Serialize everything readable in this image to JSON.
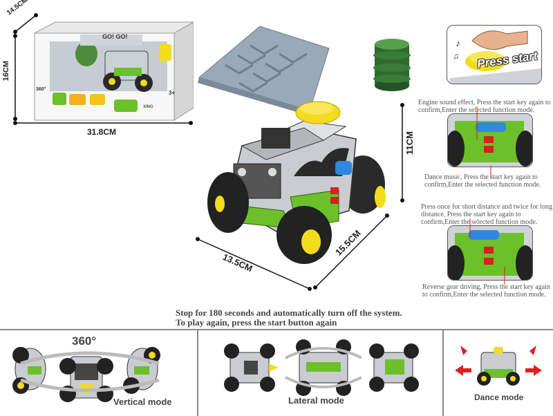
{
  "dimensions": {
    "box_depth": "14.5CM",
    "box_height": "16CM",
    "box_width": "31.8CM",
    "car_height": "11CM",
    "car_length": "13.5CM",
    "car_width": "15.5CM"
  },
  "packaging": {
    "banner": "GO! GO!",
    "rotation": "360°",
    "age": "3+",
    "brand": "XING"
  },
  "press_start_label": "Press start",
  "features": [
    "Engine sound effect, Press the start key again to confirm,Enter the selected function mode.",
    "Dance music, Press the start key again to confirm,Enter the selected function mode.",
    "Press once for short distance and twice for long distance, Press the start key again to confirm,Enter the selected function mode.",
    "Reverse gear driving, Press the start key again to confirm,Enter the selected function mode."
  ],
  "auto_off_note": {
    "line1": "Stop for 180 seconds and automatically turn off the system.",
    "line2": "To play again, press the start button again"
  },
  "modes": {
    "vertical": {
      "label": "Vertical mode",
      "rotation": "360°"
    },
    "lateral": {
      "label": "Lateral mode"
    },
    "dance": {
      "label": "Dance mode"
    }
  },
  "colors": {
    "car_green": "#6cc02a",
    "car_silver": "#c9ccd0",
    "yellow": "#f2dc1c",
    "ramp": "#8a9aab",
    "drum": "#2f6a2f",
    "arrow_red": "#e02020"
  }
}
